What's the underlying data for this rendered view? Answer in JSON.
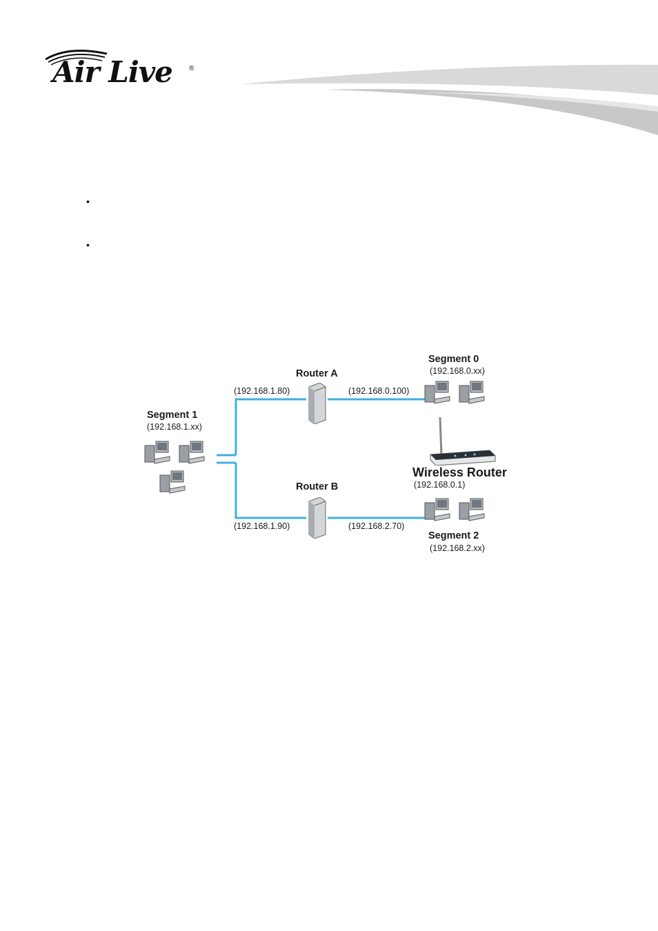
{
  "header": {
    "logo_text": "Air Live",
    "logo_reg": "®"
  },
  "bullets": [
    "•",
    "•"
  ],
  "diagram": {
    "segment1": {
      "title": "Segment 1",
      "subnet": "(192.168.1.xx)"
    },
    "segment0": {
      "title": "Segment 0",
      "subnet": "(192.168.0.xx)"
    },
    "segment2": {
      "title": "Segment 2",
      "subnet": "(192.168.2.xx)"
    },
    "router_a": {
      "title": "Router A",
      "left_ip": "(192.168.1.80)",
      "right_ip": "(192.168.0.100)"
    },
    "router_b": {
      "title": "Router B",
      "left_ip": "(192.168.1.90)",
      "right_ip": "(192.168.2.70)"
    },
    "wireless_router": {
      "title": "Wireless Router",
      "ip": "(192.168.0.1)"
    },
    "line_color": "#3fb0e0"
  }
}
